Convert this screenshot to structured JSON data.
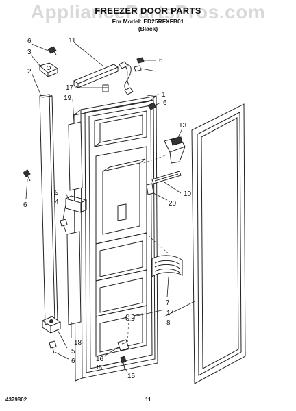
{
  "watermark": "AppliancePartsPros.com",
  "header": {
    "title": "FREEZER DOOR PARTS",
    "subtitle": "For Model: ED25RFXFB01",
    "color": "(Black)"
  },
  "callouts": {
    "c6a": "6",
    "c3": "3",
    "c2": "2",
    "c11": "11",
    "c6b": "6",
    "c17": "17",
    "c19": "19",
    "c1": "1",
    "c6c": "6",
    "c13": "13",
    "c6d": "6",
    "c9": "9",
    "c4": "4",
    "c10": "10",
    "c20": "20",
    "c7": "7",
    "c14": "14",
    "c8": "8",
    "c18": "18",
    "c5": "5",
    "c6e": "6",
    "c16": "16",
    "c15a": "15",
    "c15b": "15"
  },
  "footer": {
    "doc_number": "4379802",
    "page_number": "11"
  },
  "colors": {
    "line": "#222222",
    "watermark": "#d9d9d9"
  }
}
